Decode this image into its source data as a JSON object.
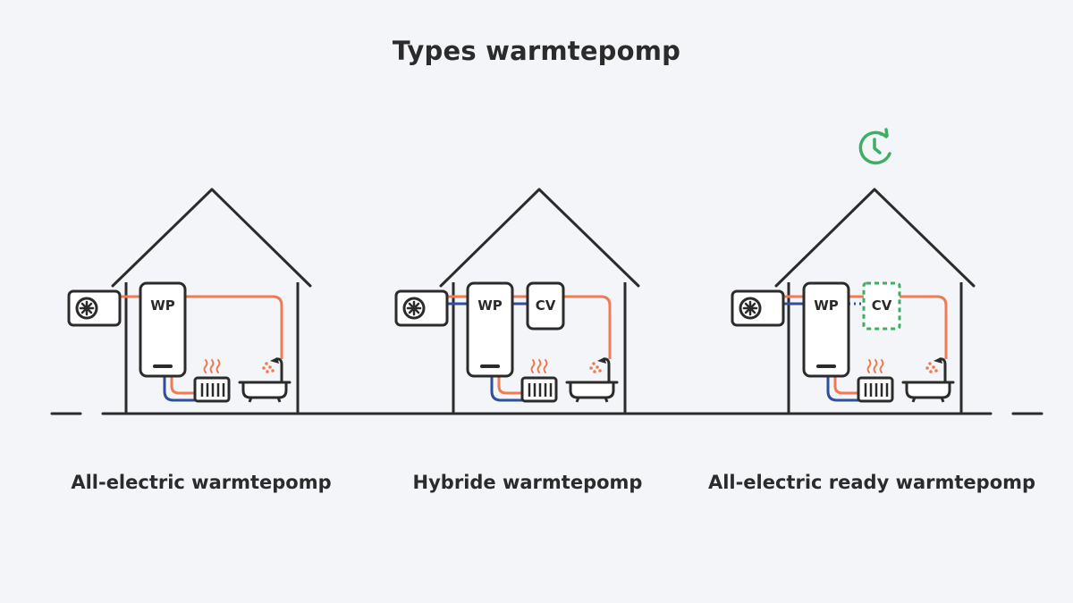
{
  "title": "Types warmtepomp",
  "houses": [
    {
      "caption": "All-electric warmtepomp",
      "units": [
        "WP"
      ]
    },
    {
      "caption": "Hybride warmtepomp",
      "units": [
        "WP",
        "CV"
      ]
    },
    {
      "caption": "All-electric ready warmtepomp",
      "units": [
        "WP",
        "CV"
      ],
      "cv_status": "optional"
    }
  ],
  "colors": {
    "outline": "#2b2b2b",
    "hot_pipe": "#ee7b52",
    "cold_pipe": "#2e4fa0",
    "future_ready": "#3dae63",
    "background": "#f4f5f9"
  },
  "icons": [
    "fan-icon",
    "radiator-icon",
    "bathtub-icon",
    "refresh-clock-icon"
  ]
}
